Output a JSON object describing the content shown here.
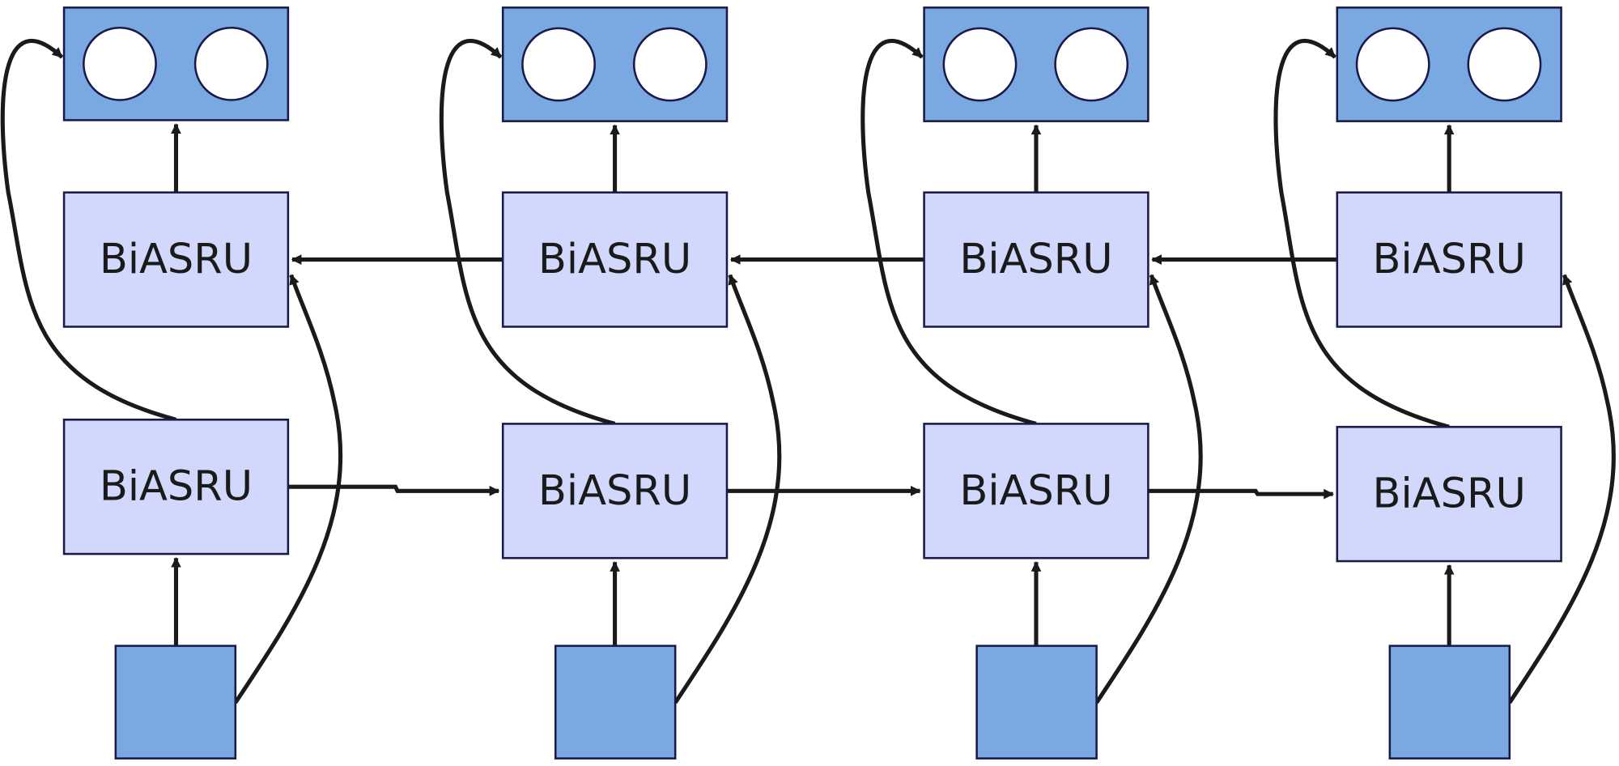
{
  "diagram": {
    "columns": [
      {
        "upper_label": "BiASRU",
        "lower_label": "BiASRU"
      },
      {
        "upper_label": "BiASRU",
        "lower_label": "BiASRU"
      },
      {
        "upper_label": "BiASRU",
        "lower_label": "BiASRU"
      },
      {
        "upper_label": "BiASRU",
        "lower_label": "BiASRU"
      }
    ],
    "colors": {
      "output_fill": "#7aa9e1",
      "input_fill": "#7aa9e1",
      "cell_fill": "#d2d8fb",
      "stroke": "#1a1a4a",
      "edge": "#1a1a1a",
      "circle_fill": "#ffffff"
    }
  }
}
